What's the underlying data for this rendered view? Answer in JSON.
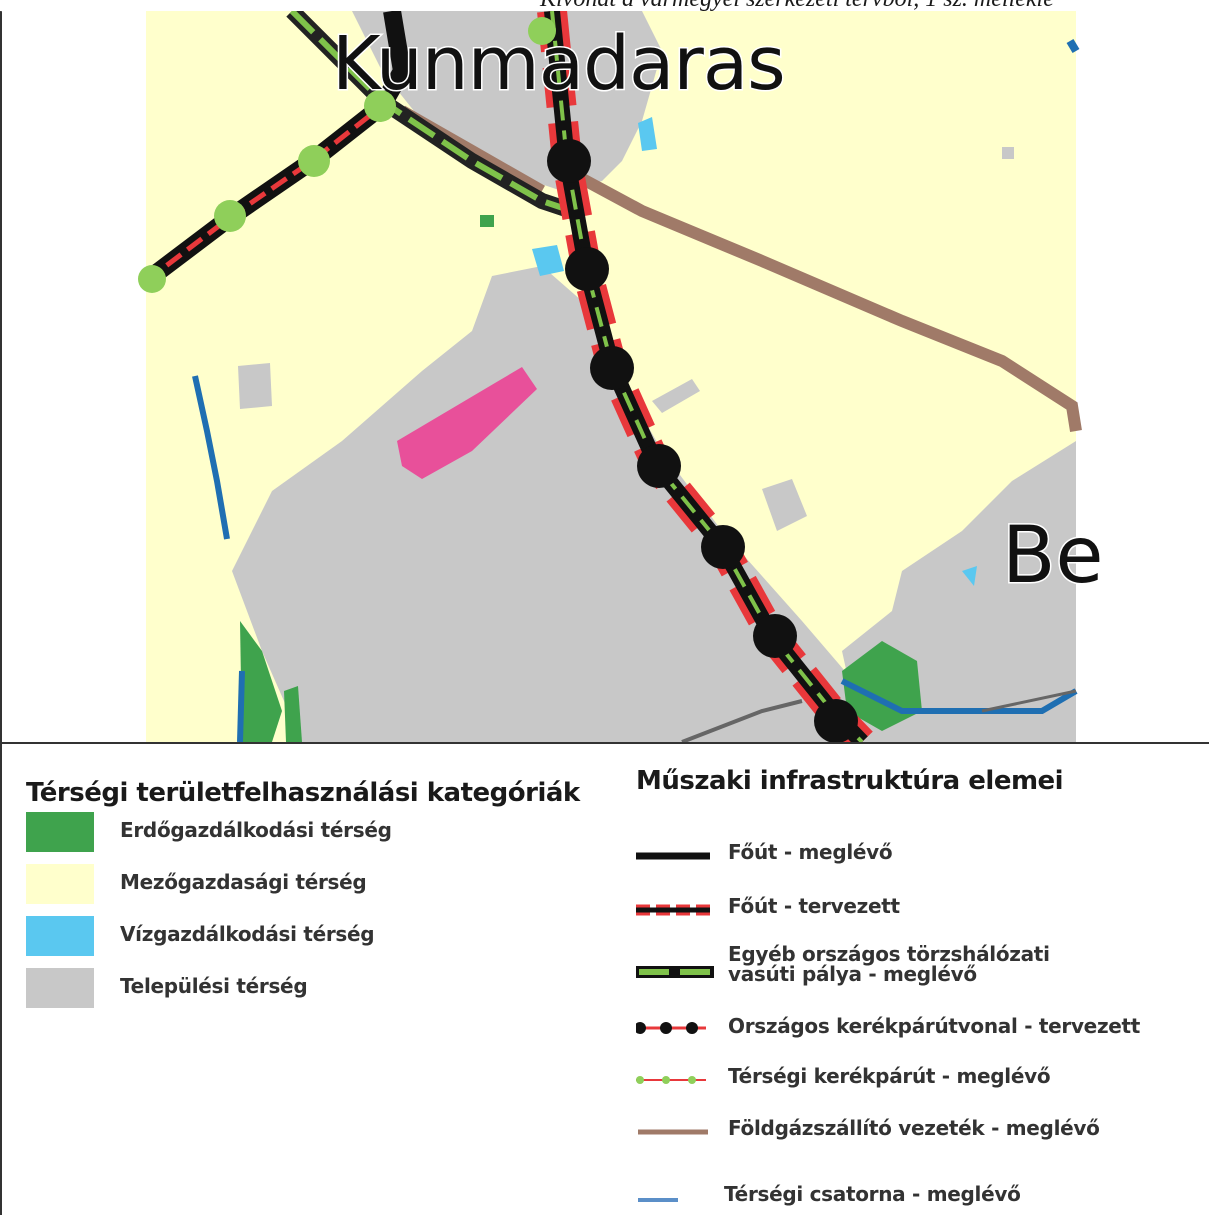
{
  "header": {
    "text": "Kivonat a vármegyei szerkezeti tervből, 1 sz. mellékle"
  },
  "map": {
    "labels": {
      "town_a": "Kunmadaras",
      "town_b": "Be"
    },
    "colors": {
      "agricultural": "#ffffcc",
      "settlement": "#c8c8c8",
      "forest": "#3fa34d",
      "water": "#5ac8f0",
      "canal": "#1f6fb2",
      "gas_pipeline": "#a07a68",
      "road_red": "#e8383b",
      "magenta": "#e8509a"
    }
  },
  "legend_left": {
    "title": "Térségi területfelhasználási kategóriák",
    "items": [
      {
        "label": "Erdőgazdálkodási térség",
        "color": "#3fa34d"
      },
      {
        "label": "Mezőgazdasági térség",
        "color": "#ffffcc"
      },
      {
        "label": "Vízgazdálkodási térség",
        "color": "#5ac8f0"
      },
      {
        "label": "Települési térség",
        "color": "#c8c8c8"
      }
    ]
  },
  "legend_right": {
    "title": "Műszaki infrastruktúra elemei",
    "items": [
      {
        "label": "Főút - meglévő",
        "symbol": "black-line-icon"
      },
      {
        "label": "Főút - tervezett",
        "symbol": "black-red-dashed-line-icon"
      },
      {
        "label_line1": "Egyéb országos törzshálózati",
        "label_line2": "vasúti pálya - meglévő",
        "symbol": "green-black-rail-icon"
      },
      {
        "label": "Országos kerékpárútvonal - tervezett",
        "symbol": "black-dot-red-line-icon"
      },
      {
        "label": "Térségi kerékpárút - meglévő",
        "symbol": "green-dot-red-line-icon"
      },
      {
        "label": "Földgázszállító vezeték - meglévő",
        "symbol": "brown-line-icon"
      },
      {
        "label": "Térségi csatorna - meglévő",
        "symbol": "blue-line-icon"
      }
    ]
  }
}
